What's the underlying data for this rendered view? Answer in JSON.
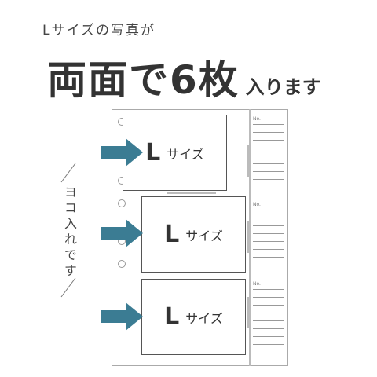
{
  "subtitle": "Lサイズの写真が",
  "headline": {
    "main": "両面で6枚",
    "suffix": "入ります"
  },
  "side_note": "ヨコ入れです",
  "photos": [
    {
      "size": "L",
      "label": "サイズ"
    },
    {
      "size": "L",
      "label": "サイズ"
    },
    {
      "size": "L",
      "label": "サイズ"
    }
  ],
  "memo_label": "No.",
  "colors": {
    "arrow": "#3b7c93",
    "text": "#333333",
    "sheet_border": "#aaaaaa"
  },
  "icons": [
    "arrow-right-icon",
    "binder-hole-icon"
  ]
}
